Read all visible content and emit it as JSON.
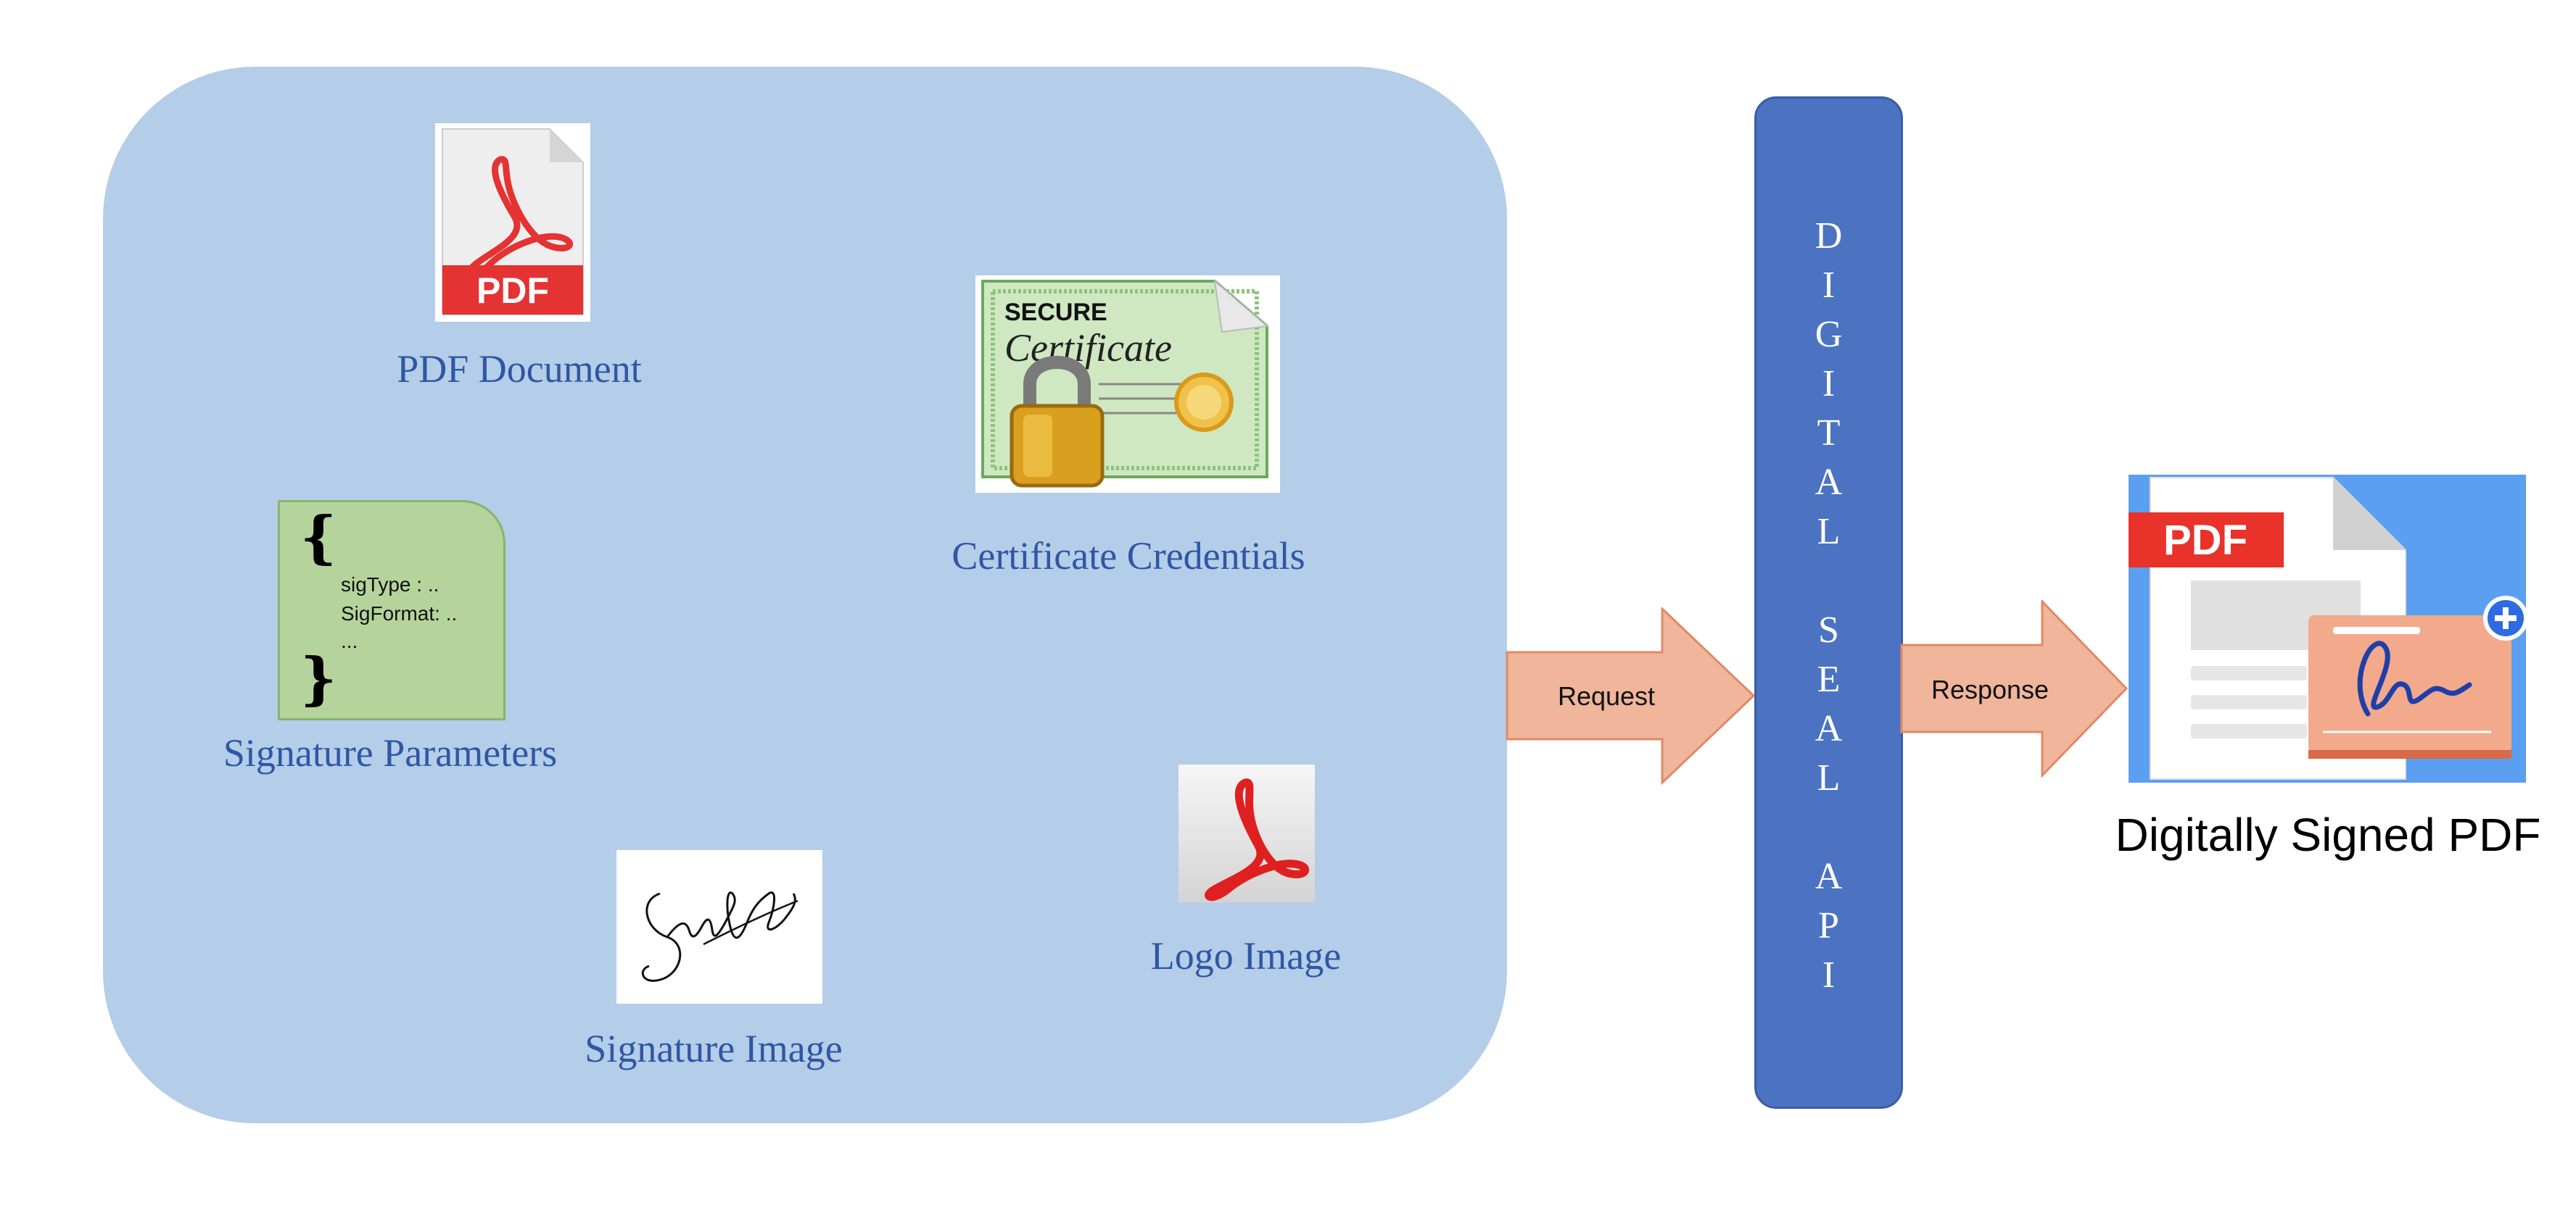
{
  "inputs": {
    "pdf_document": {
      "caption": "PDF Document",
      "icon": "pdf-document-icon",
      "badge": "PDF"
    },
    "certificate": {
      "caption": "Certificate Credentials",
      "icon": "certificate-lock-icon",
      "line1": "SECURE",
      "line2": "Certificate"
    },
    "signature_parameters": {
      "caption": "Signature Parameters",
      "icon": "json-parameters-icon",
      "open_brace": "{",
      "close_brace": "}",
      "lines": [
        "sigType : ..",
        "SigFormat: ..",
        "..."
      ]
    },
    "signature_image": {
      "caption": "Signature Image",
      "icon": "signature-image-icon"
    },
    "logo_image": {
      "caption": "Logo Image",
      "icon": "acrobat-logo-icon"
    }
  },
  "api": {
    "label": "DIGITAL SEAL API",
    "letters": [
      "D",
      "I",
      "G",
      "I",
      "T",
      "A",
      "L",
      "",
      "S",
      "E",
      "A",
      "L",
      "",
      "A",
      "P",
      "I"
    ]
  },
  "arrows": {
    "request": "Request",
    "response": "Response"
  },
  "output": {
    "caption": "Digitally Signed PDF",
    "icon": "signed-pdf-icon",
    "badge": "PDF"
  },
  "colors": {
    "panel": "#b4cde8",
    "api_bar": "#4b73c2",
    "arrow_fill": "#f0b59b",
    "caption_text": "#2f57a4",
    "pdf_red": "#e53232"
  }
}
